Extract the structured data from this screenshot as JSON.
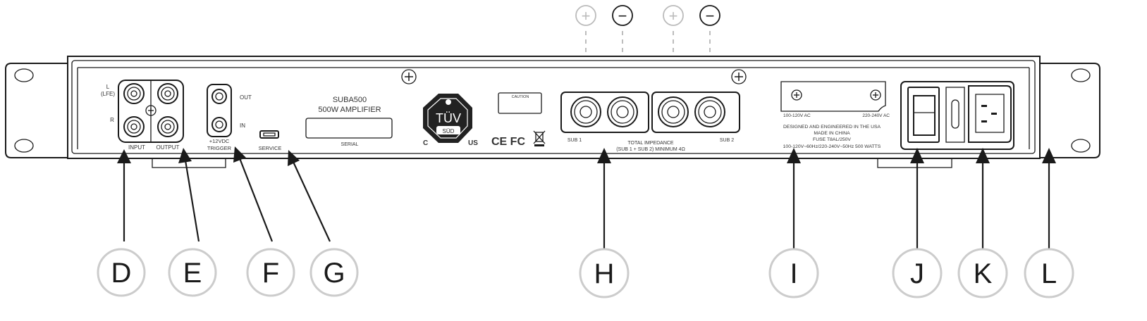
{
  "panel": {
    "model": "SUBA500",
    "subtitle": "500W AMPLIFIER",
    "serial_label": "SERIAL",
    "input_l_label": "L",
    "input_lfe_label": "(LFE)",
    "input_r_label": "R",
    "input_label": "INPUT",
    "output_label": "OUTPUT",
    "trigger_out_label": "OUT",
    "trigger_in_label": "IN",
    "trigger_voltage_label": "+12VDC",
    "trigger_label": "TRIGGER",
    "service_label": "SERVICE",
    "caution_label": "CAUTION",
    "tuv_text": "TÜV",
    "tuv_sub": "SÜD",
    "tuv_c": "C",
    "tuv_us": "US",
    "compliance_marks": "CE FC",
    "sub1_label": "SUB 1",
    "sub2_label": "SUB 2",
    "impedance_line1": "TOTAL IMPEDANCE",
    "impedance_line2": "(SUB 1 + SUB 2) MINIMUM 4Ω",
    "voltage_low": "100-120V AC",
    "voltage_high": "220-240V AC",
    "info_line1": "DESIGNED AND ENGINEERED IN THE USA",
    "info_line2": "MADE IN CHINA",
    "info_line3": "FUSE T8AL/250V",
    "info_line4": "100-120V~60Hz/220-240V~50Hz 500 WATTS"
  },
  "terminal_signs": [
    "+",
    "−",
    "+",
    "−"
  ],
  "callouts": [
    "D",
    "E",
    "F",
    "G",
    "H",
    "I",
    "J",
    "K",
    "L"
  ],
  "colors": {
    "line": "#1a1a1a",
    "callout_ring": "#cccccc",
    "faint": "#bbbbbb"
  }
}
